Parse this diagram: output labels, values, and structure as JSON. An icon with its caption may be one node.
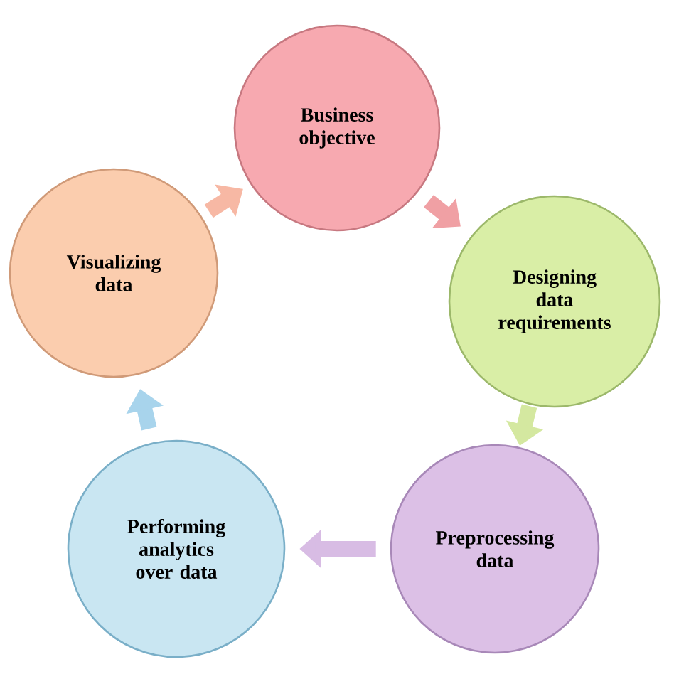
{
  "diagram": {
    "nodes": [
      {
        "text": [
          "Business objective"
        ]
      },
      {
        "text": [
          "Designing data requirements"
        ]
      },
      {
        "text": [
          "Preprocessing data"
        ]
      },
      {
        "text": [
          "Performing analytics over data"
        ]
      },
      {
        "text": [
          "Visualizing data"
        ]
      }
    ],
    "edges": [
      {
        "from": 4,
        "to": 0,
        "arrow": "to",
        "color": "#f7b8a4"
      },
      {
        "from": 0,
        "to": 1,
        "arrow": "to",
        "color": "#f0a0a4"
      },
      {
        "from": 1,
        "to": 2,
        "arrow": "to",
        "color": "#d4e8a0"
      },
      {
        "from": 2,
        "to": 3,
        "arrow": "to",
        "color": "#d8bce4"
      },
      {
        "from": 3,
        "to": 4,
        "arrow": "to",
        "color": "#a8d4ec"
      }
    ]
  }
}
